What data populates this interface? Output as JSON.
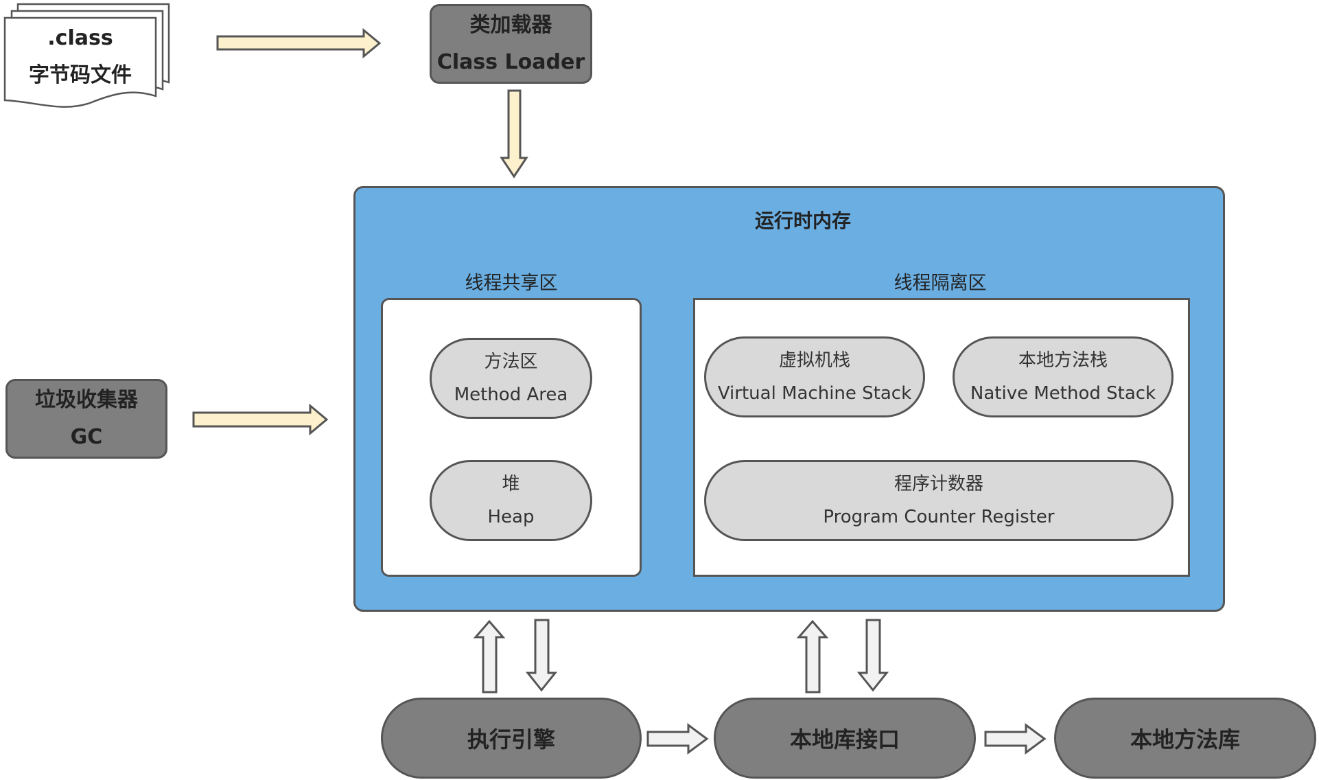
{
  "class_file": {
    "line1": ".class",
    "line2": "字节码文件"
  },
  "class_loader": {
    "line1": "类加载器",
    "line2": "Class Loader"
  },
  "gc": {
    "line1": "垃圾收集器",
    "line2": "GC"
  },
  "runtime_memory": {
    "title": "运行时内存",
    "shared": {
      "title": "线程共享区",
      "method_area": {
        "zh": "方法区",
        "en": "Method Area"
      },
      "heap": {
        "zh": "堆",
        "en": "Heap"
      }
    },
    "isolated": {
      "title": "线程隔离区",
      "vm_stack": {
        "zh": "虚拟机栈",
        "en": "Virtual Machine Stack"
      },
      "native_stack": {
        "zh": "本地方法栈",
        "en": "Native Method Stack"
      },
      "pc_register": {
        "zh": "程序计数器",
        "en": "Program Counter Register"
      }
    }
  },
  "execution_engine": "执行引擎",
  "native_interface": "本地库接口",
  "native_library": "本地方法库",
  "colors": {
    "runtime_bg": "#6aaee2",
    "gray_box": "#7f7f7f",
    "pill": "#d9d9d9",
    "arrow_fill": "#fdf0cc",
    "outline": "#555555"
  }
}
